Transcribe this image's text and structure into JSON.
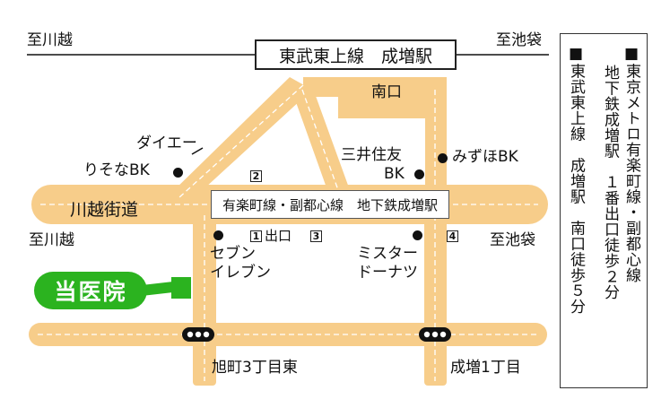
{
  "station": {
    "name": "東武東上線　成増駅"
  },
  "directions": {
    "top_left": "至川越",
    "top_right": "至池袋",
    "mid_left": "至川越",
    "mid_right": "至池袋"
  },
  "roads": {
    "main": "川越街道"
  },
  "subway": {
    "label": "有楽町線・副都心線　地下鉄成増駅"
  },
  "exits": {
    "south_exit": "南口",
    "exit1_label": "出口",
    "num1": "1",
    "num2": "2",
    "num3": "3",
    "num4": "4"
  },
  "landmarks": {
    "daiei": "ダイエー",
    "risona": "りそなBK",
    "mitsui_line1": "三井住友",
    "mitsui_line2": "BK",
    "mizuho": "みずほBK",
    "seven_line1": "セブン",
    "seven_line2": "イレブン",
    "misdo_line1": "ミスター",
    "misdo_line2": "ドーナツ"
  },
  "intersections": {
    "left": "旭町3丁目東",
    "right": "成増1丁目"
  },
  "clinic": {
    "label": "当医院"
  },
  "access": {
    "col1_line1": "■東京メトロ有楽町線・副都心線",
    "col1_line2": "地下鉄成増駅　１番出口徒歩２分",
    "col2_line1": "■東武東上線　成増駅　南口徒歩５分"
  },
  "colors": {
    "road": "#f7cd8a",
    "clinic": "#2bb31f",
    "line": "#333333"
  }
}
